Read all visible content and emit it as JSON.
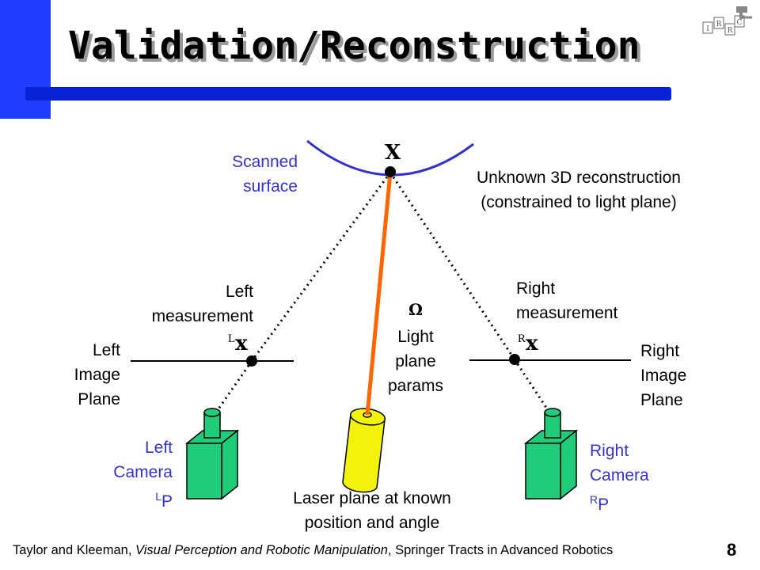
{
  "slide": {
    "title": "Validation/Reconstruction",
    "page_number": "8"
  },
  "footer": {
    "authors": "Taylor and Kleeman, ",
    "book": "Visual Perception and Robotic Manipulation",
    "series": ", Springer Tracts in Advanced Robotics"
  },
  "logo": {
    "letters": [
      "I",
      "R",
      "R",
      "C"
    ]
  },
  "labels": {
    "point_X": "X",
    "scanned_surface": [
      "Scanned",
      "surface"
    ],
    "unknown_reconstruction": [
      "Unknown 3D reconstruction",
      "(constrained to light plane)"
    ],
    "left_measurement": [
      "Left",
      "measurement"
    ],
    "right_measurement": [
      "Right",
      "measurement"
    ],
    "left_x_sup": "L",
    "left_x": "x",
    "right_x_sup": "R",
    "right_x": "x",
    "omega": "Ω",
    "light_plane_params": [
      "Light",
      "plane",
      "params"
    ],
    "left_image_plane": [
      "Left",
      "Image",
      "Plane"
    ],
    "right_image_plane": [
      "Right",
      "Image",
      "Plane"
    ],
    "left_camera": [
      "Left",
      "Camera"
    ],
    "left_camera_sup": "L",
    "left_camera_p": "P",
    "right_camera": [
      "Right",
      "Camera"
    ],
    "right_camera_sup": "R",
    "right_camera_p": "P",
    "laser_plane": [
      "Laser plane at known",
      "position and angle"
    ]
  },
  "colors": {
    "accent_blue": "#1f3cff",
    "label_blue": "#3333cc",
    "laser_beam": "#ff6600",
    "camera_green": "#1fcc7a",
    "laser_yellow": "#f2f20a"
  }
}
